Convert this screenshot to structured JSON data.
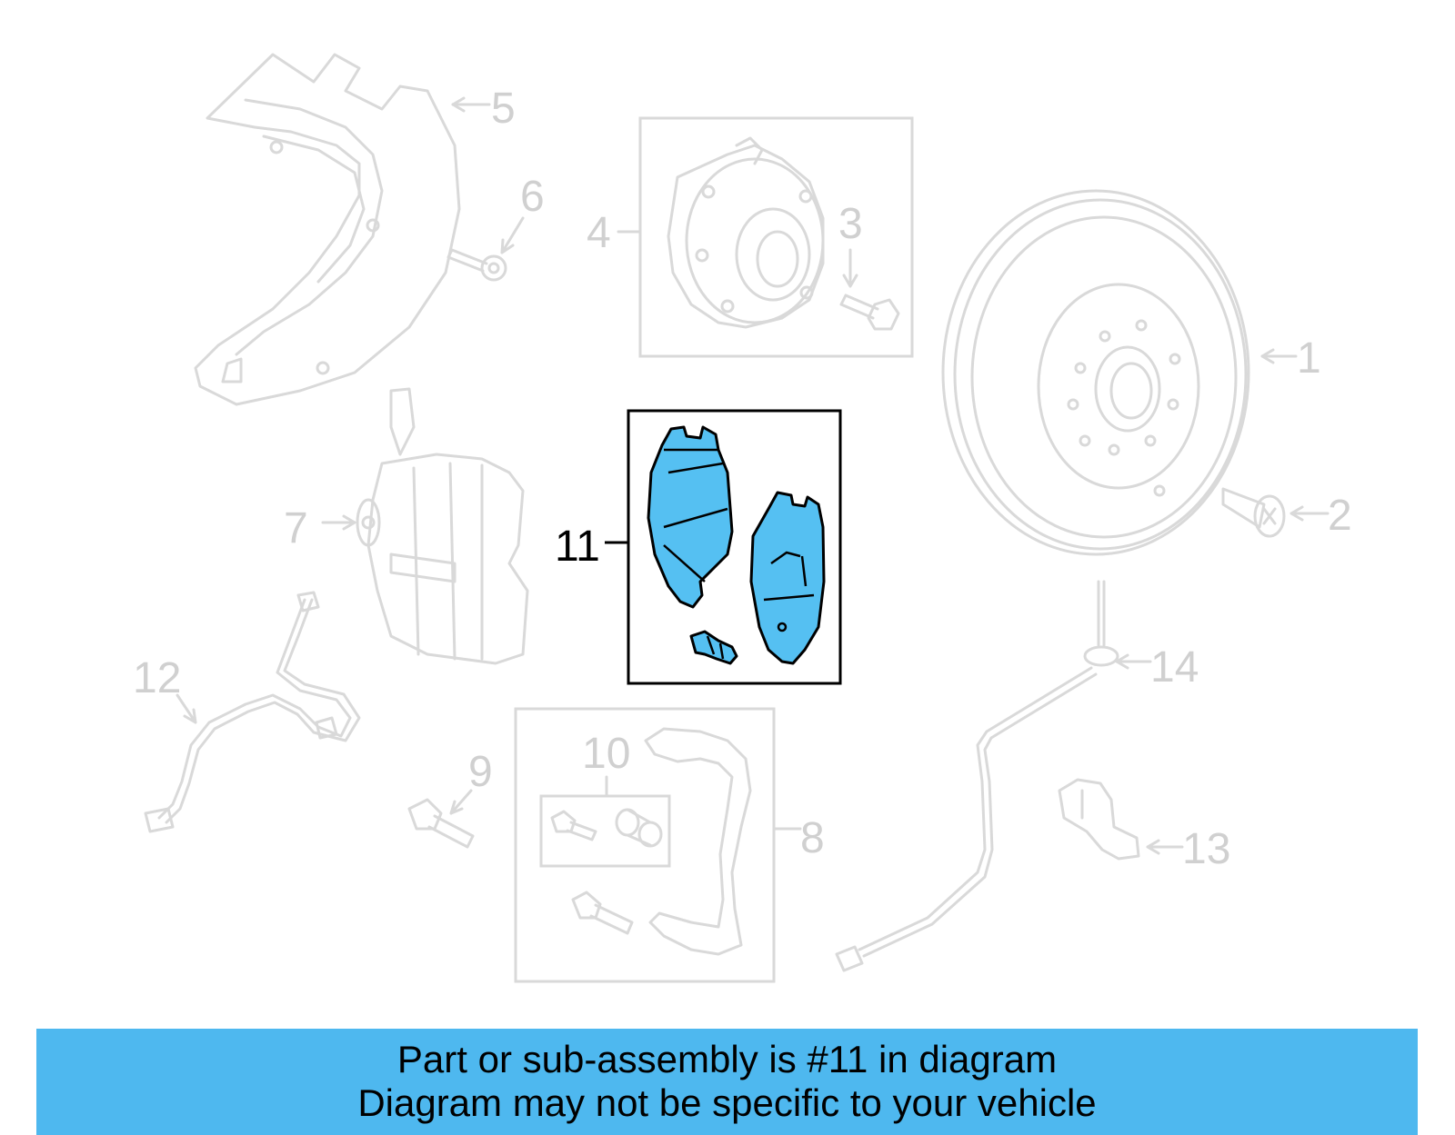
{
  "callouts": {
    "c1": "1",
    "c2": "2",
    "c3": "3",
    "c4": "4",
    "c5": "5",
    "c6": "6",
    "c7": "7",
    "c8": "8",
    "c9": "9",
    "c10": "10",
    "c11": "11",
    "c12": "12",
    "c13": "13",
    "c14": "14"
  },
  "highlight": {
    "part_number": "11",
    "color": "#55c0f2",
    "banner_color": "#4eb8ef"
  },
  "banner": {
    "line1": "Part or sub-assembly is #11 in diagram",
    "line2": "Diagram may not be specific to your vehicle"
  }
}
